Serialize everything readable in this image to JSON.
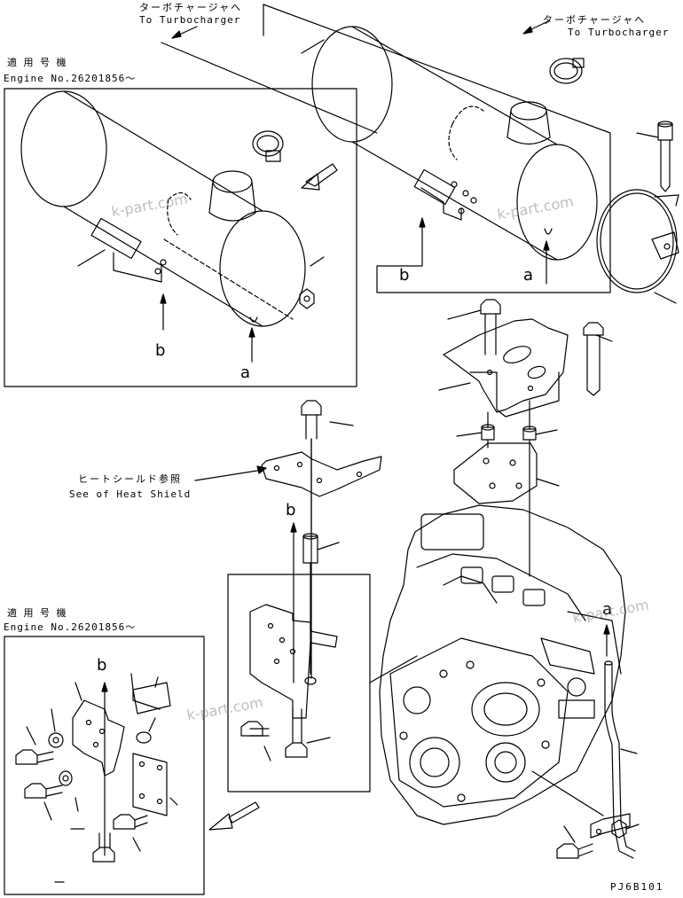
{
  "labels": {
    "turbo_jp_1": "ターボチャージャへ",
    "turbo_en_1": "To Turbocharger",
    "turbo_jp_2": "ターボチャージャへ",
    "turbo_en_2": "To Turbocharger",
    "applicable_jp_1": "適 用 号 機",
    "engine_no_1": "Engine No.26201856～",
    "applicable_jp_2": "適 用 号 機",
    "engine_no_2": "Engine No.26201856～",
    "heat_shield_jp": "ヒートシールド参照",
    "heat_shield_en": "See of Heat Shield",
    "diagram_code": "PJ6B101"
  },
  "refs": {
    "a": "a",
    "b": "b"
  },
  "watermark": "k-part.com",
  "colors": {
    "line": "#000000",
    "watermark": "#8a8a8a"
  }
}
